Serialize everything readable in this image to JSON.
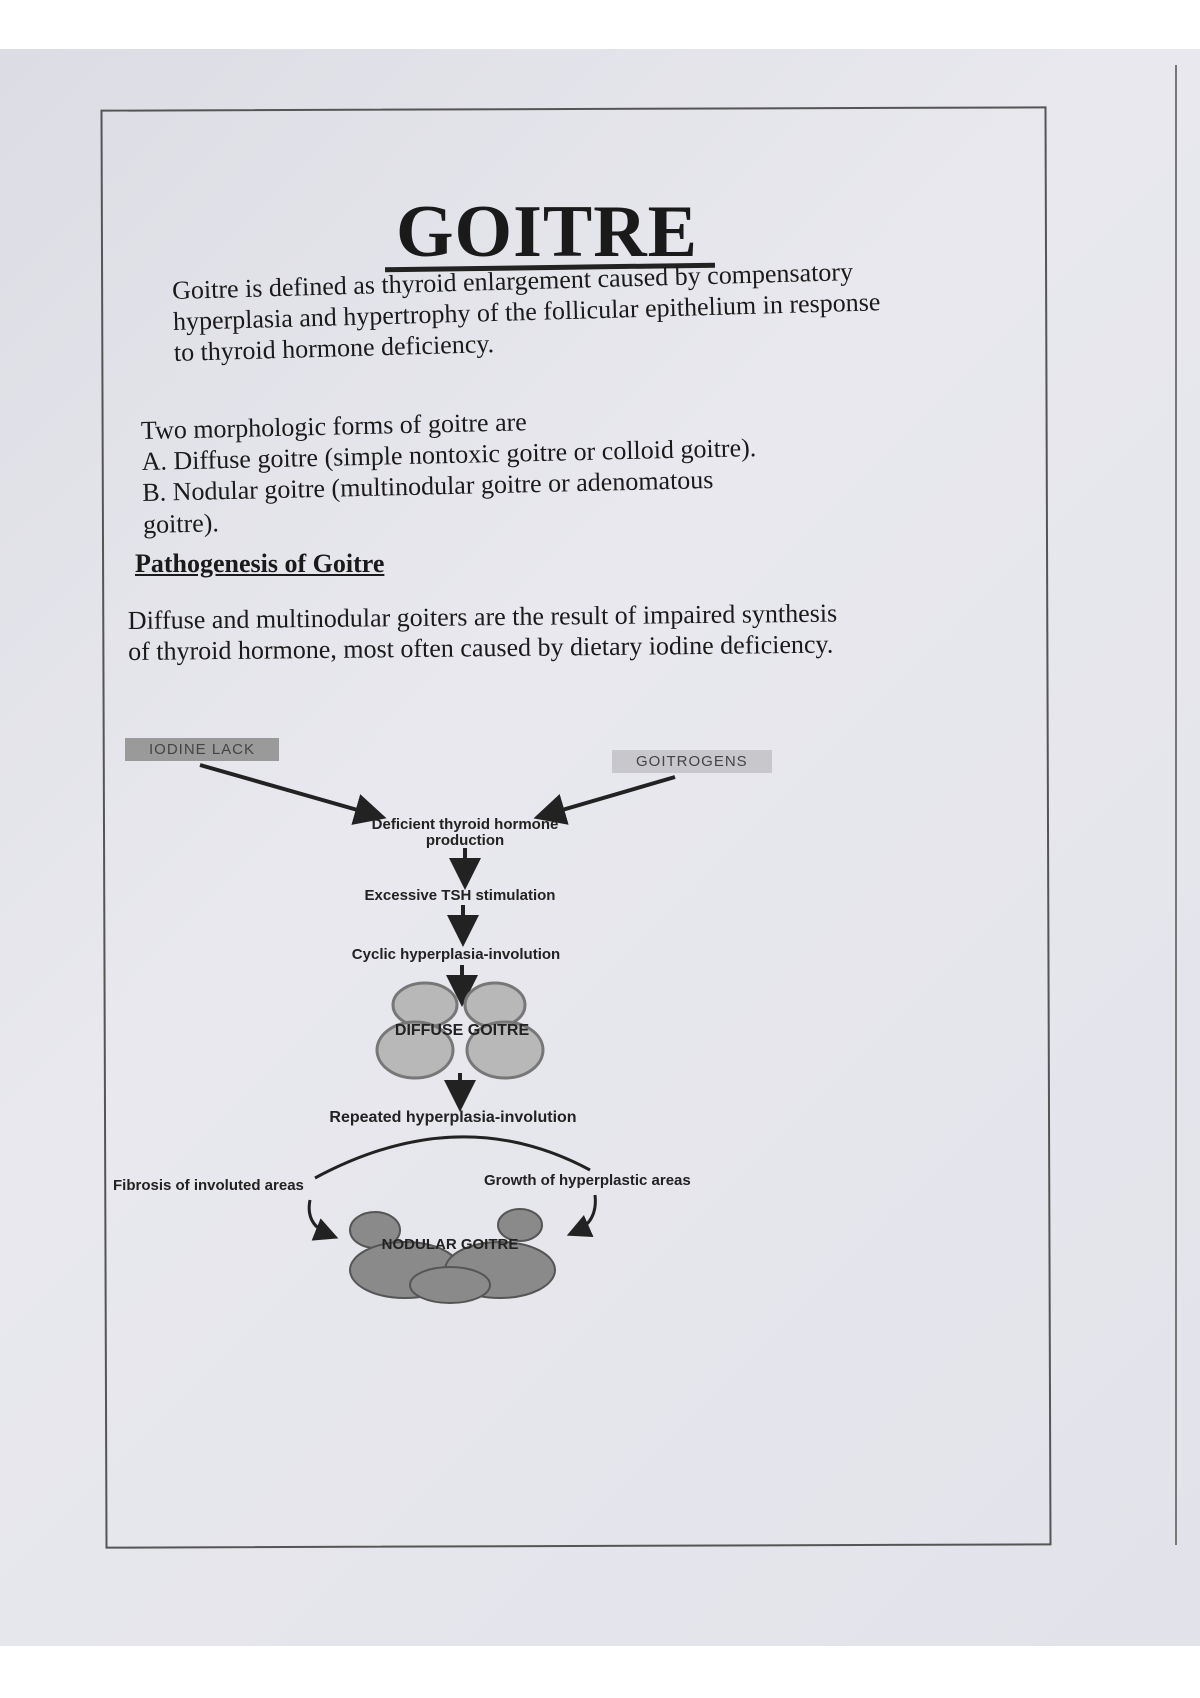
{
  "title": "GOITRE",
  "definition": [
    "Goitre is defined as thyroid enlargement caused by compensatory",
    "hyperplasia and hypertrophy of the follicular epithelium in response",
    "to thyroid hormone deficiency."
  ],
  "forms": {
    "intro": "Two morphologic forms of goitre are",
    "items": [
      "A. Diffuse goitre (simple nontoxic goitre or colloid goitre).",
      "B. Nodular goitre (multinodular goitre or adenomatous",
      "goitre)."
    ]
  },
  "pathogenesis": {
    "heading": "Pathogenesis of Goitre",
    "text": [
      "Diffuse and multinodular goiters are the result of impaired synthesis",
      "of thyroid hormone, most often caused by dietary iodine deficiency."
    ]
  },
  "diagram": {
    "iodine": "IODINE LACK",
    "goitrogens": "GOITROGENS",
    "deficient": "Deficient thyroid hormone",
    "deficient2": "production",
    "tsh": "Excessive TSH stimulation",
    "cyclic": "Cyclic hyperplasia-involution",
    "diffuse": "DIFFUSE GOITRE",
    "repeated": "Repeated hyperplasia-involution",
    "fibrosis": "Fibrosis of involuted  areas",
    "growth": "Growth of hyperplastic areas",
    "nodular": "NODULAR GOITRE"
  }
}
